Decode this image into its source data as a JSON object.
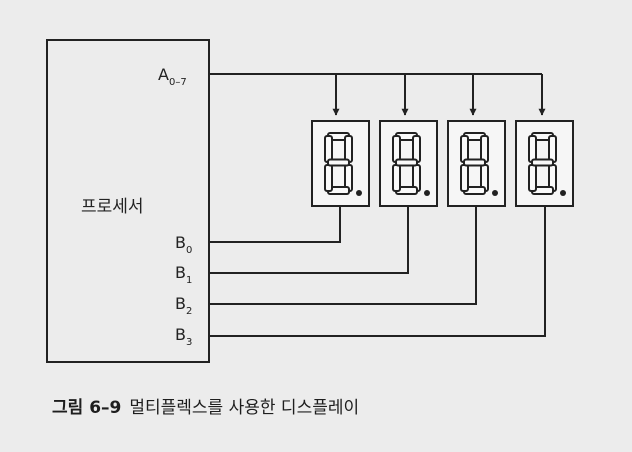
{
  "processor": {
    "label": "프로세서",
    "bus": {
      "base": "A",
      "sub": "0–7"
    },
    "lines": [
      {
        "base": "B",
        "sub": "0"
      },
      {
        "base": "B",
        "sub": "1"
      },
      {
        "base": "B",
        "sub": "2"
      },
      {
        "base": "B",
        "sub": "3"
      }
    ]
  },
  "displays": {
    "count": 4,
    "type": "7-segment with decimal point",
    "shown_digit": "8"
  },
  "caption": {
    "figure": "그림 6–9",
    "text": "멀티플렉스를 사용한 디스플레이"
  },
  "colors": {
    "ink": "#222222",
    "background": "#ececec",
    "display_face": "#f6f6f6"
  }
}
